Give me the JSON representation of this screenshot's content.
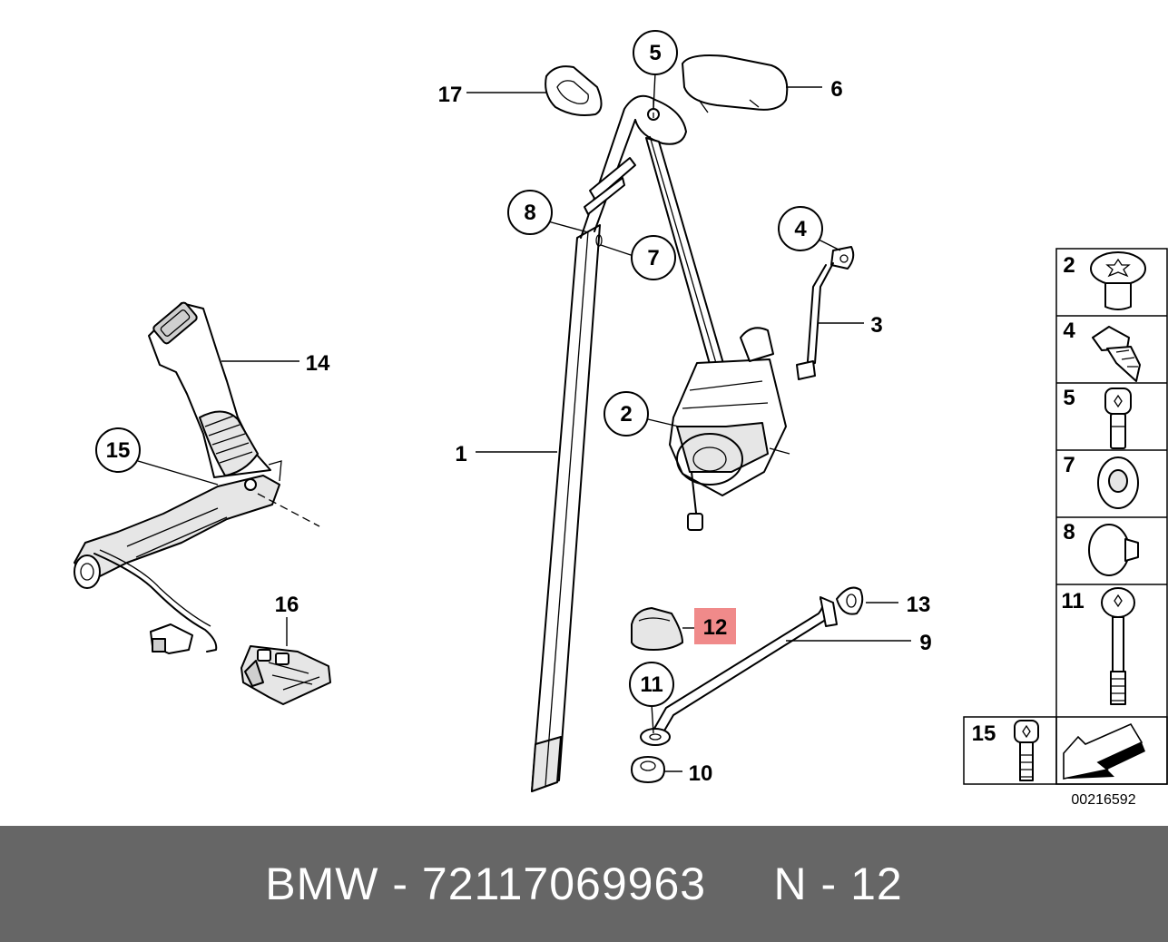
{
  "diagram": {
    "drawing_number": "00216592",
    "callouts": {
      "c1": "1",
      "c2": "2",
      "c3": "3",
      "c4": "4",
      "c5": "5",
      "c6": "6",
      "c7": "7",
      "c8": "8",
      "c9": "9",
      "c10": "10",
      "c11": "11",
      "c12": "12",
      "c13": "13",
      "c14": "14",
      "c15": "15",
      "c16": "16",
      "c17": "17"
    },
    "highlighted_callout": "12",
    "highlight_color": "#f08a8a"
  },
  "legend": {
    "items": {
      "l2": "2",
      "l4": "4",
      "l5": "5",
      "l7": "7",
      "l8": "8",
      "l11": "11",
      "l15": "15"
    }
  },
  "footer": {
    "text": "BMW - 72117069963     N - 12",
    "background": "#666666",
    "color": "#ffffff"
  }
}
